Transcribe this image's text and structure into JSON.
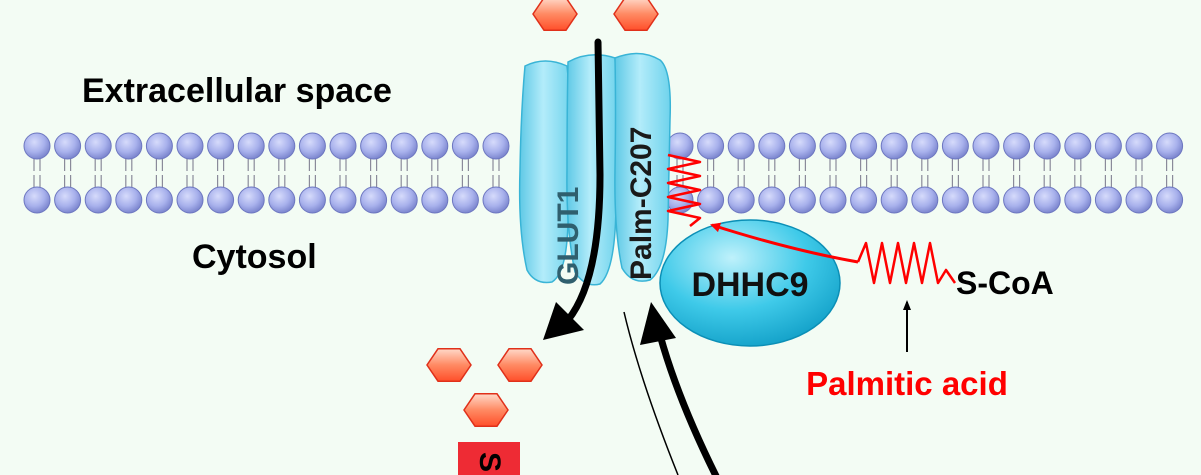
{
  "labels": {
    "extracellular": "Extracellular space",
    "cytosol": "Cytosol",
    "transporter": "GLUT1",
    "palm_site": "Palm-C207",
    "enzyme": "DHHC9",
    "coa": "S-CoA",
    "palmitic_acid": "Palmitic acid",
    "bottom_box": "S"
  },
  "colors": {
    "background": "#f3fcf4",
    "lipid_head": "#a8b1ec",
    "transporter": "#7fdcf3",
    "enzyme": "#2ec4e6",
    "glucose": "#ff5f3a",
    "palmitate": "#ff0000",
    "arrow": "#000000"
  },
  "icons": {
    "glucose": "hexagon-icon",
    "palmitoyl_chain": "zigzag-chain-icon"
  }
}
